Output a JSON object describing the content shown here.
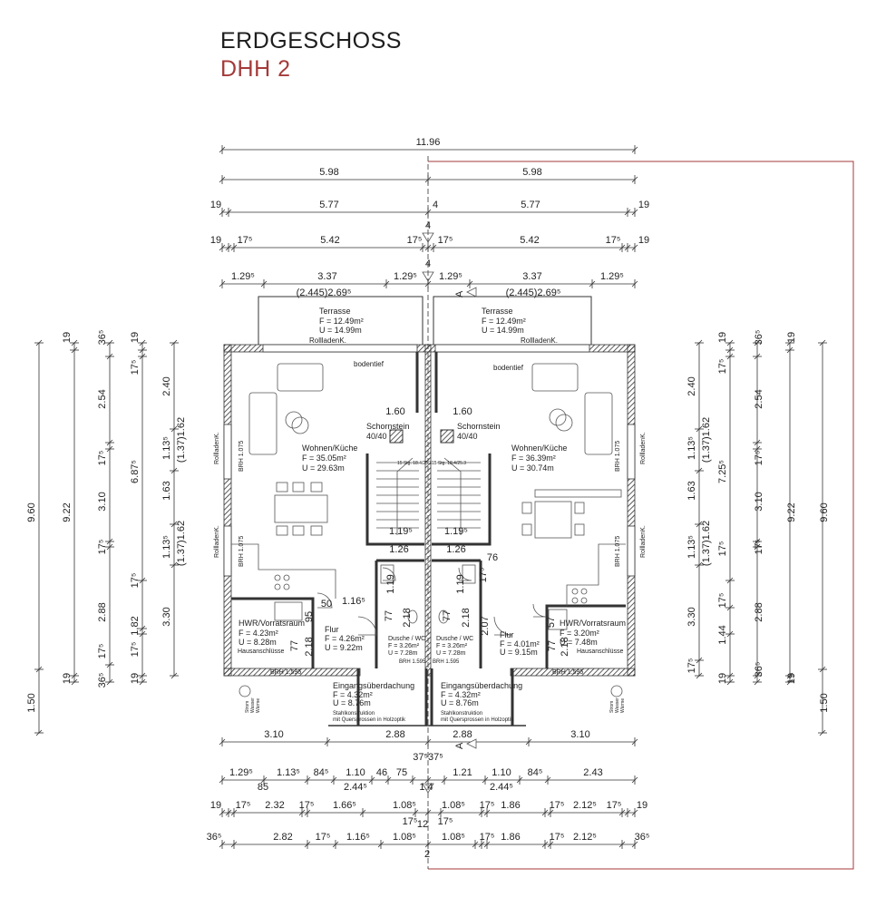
{
  "title": {
    "line1": "ERDGESCHOSS",
    "line2": "DHH 2"
  },
  "colors": {
    "accent": "#a53a3a",
    "ink": "#222222",
    "wall": "#333333"
  },
  "rooms": {
    "left": {
      "terrace": [
        "Terrasse",
        "F = 12.49m²",
        "U = 14.99m"
      ],
      "living": [
        "Wohnen/Küche",
        "F = 35.05m²",
        "U = 29.63m"
      ],
      "hwr": [
        "HWR/Vorratsraum",
        "F = 4.23m²",
        "U = 8.28m"
      ],
      "flur": [
        "Flur",
        "F = 4.26m²",
        "U = 9.22m"
      ],
      "dusche": [
        "Dusche / WC",
        "F = 3.26m²",
        "U = 7.28m"
      ],
      "entrance": [
        "Eingangsüberdachung",
        "F = 4.32m²",
        "U = 8.76m",
        "Stahlkonstruktion",
        "mit Quersprossen in Holzoptik"
      ],
      "chimney": [
        "Schornstein",
        "40/40"
      ],
      "stairs": "15 Stg. 18.4/25.3",
      "rollladen_top": "RollladenK.",
      "bodentief": "bodentief",
      "hausanschluss": "Hausanschlüsse",
      "brh_low": "BRH 1.595",
      "brh_mid": "BRH 1.075",
      "brh_bath": "BRH 1.595",
      "rollladen_side": "RollladenK.",
      "bin": [
        "Strom",
        "Wasser",
        "Wärme"
      ]
    },
    "right": {
      "terrace": [
        "Terrasse",
        "F = 12.49m²",
        "U = 14.99m"
      ],
      "living": [
        "Wohnen/Küche",
        "F = 36.39m²",
        "U = 30.74m"
      ],
      "hwr": [
        "HWR/Vorratsraum",
        "F = 3.20m²",
        "U = 7.48m"
      ],
      "flur": [
        "Flur",
        "F = 4.01m²",
        "U = 9.15m"
      ],
      "dusche": [
        "Dusche / WC",
        "F = 3.26m²",
        "U = 7.28m"
      ],
      "entrance": [
        "Eingangsüberdachung",
        "F = 4.32m²",
        "U = 8.76m",
        "Stahlkonstruktion",
        "mit Quersprossen in Holzoptik"
      ],
      "chimney": [
        "Schornstein",
        "40/40"
      ],
      "stairs": "15 Stg. 18.4/25.3",
      "rollladen_top": "RollladenK.",
      "bodentief": "bodentief",
      "hausanschluss": "Hausanschlüsse",
      "brh_low": "BRH 1.595",
      "brh_mid": "BRH 1.075",
      "brh_bath": "BRH 1.595",
      "rollladen_side": "RollladenK.",
      "bin": [
        "Strom",
        "Wasser",
        "Wärme"
      ]
    }
  },
  "section_mark": "A",
  "dims_top": {
    "total": "11.96",
    "half_l": "5.98",
    "half_r": "5.98",
    "r3": [
      "19",
      "5.77",
      "4",
      "5.77",
      "19"
    ],
    "r4": [
      "19",
      "17⁵",
      "5.42",
      "17⁵",
      "17⁵",
      "5.42",
      "17⁵",
      "19"
    ],
    "r4_mid": "4",
    "r5": [
      "1.29⁵",
      "3.37",
      "1.29⁵",
      "1.29⁵",
      "3.37",
      "1.29⁵"
    ],
    "r5_sub": [
      "(2.445)2.69⁵",
      "(2.445)2.69⁵"
    ]
  },
  "dims_left": {
    "total": "9.60",
    "c2": [
      "9.22",
      "1.50"
    ],
    "c2_small": [
      "19",
      "19"
    ],
    "c3": [
      "36⁵",
      "2.54",
      "17⁵",
      "3.10",
      "17⁵",
      "2.88",
      "17⁵",
      "36⁵"
    ],
    "c4": [
      "19",
      "17⁵",
      "6.87⁵",
      "17⁵",
      "1.82",
      "17⁵",
      "19"
    ],
    "c5": [
      "2.40",
      "1.13⁵",
      "1.63",
      "1.13⁵",
      "3.30"
    ],
    "c6": [
      "(1.37)1.62",
      "(1.37)1.62"
    ]
  },
  "dims_right": {
    "total": "9.60",
    "c2": [
      "9.22",
      "1.50"
    ],
    "c2_small": [
      "19",
      "19"
    ],
    "c3": [
      "36⁵",
      "2.54",
      "17⁵",
      "3.10",
      "17⁵",
      "2.88",
      "36⁵"
    ],
    "c4": [
      "17⁵",
      "19",
      "7.25⁵",
      "17⁵",
      "1.44",
      "17⁵",
      "19"
    ],
    "c5": [
      "2.40",
      "1.13⁵",
      "1.63",
      "1.13⁵",
      "3.30",
      "17⁵"
    ],
    "c6": [
      "(1.37)1.62",
      "(1.37)1.62"
    ]
  },
  "dims_interior": {
    "w160": [
      "1.60",
      "1.60"
    ],
    "w119": [
      "1.19⁵",
      "1.19⁵"
    ],
    "w126": [
      "1.26",
      "1.26"
    ],
    "v119": [
      "1.19",
      "1.19"
    ],
    "v218": [
      "2.18",
      "2.18",
      "2.18",
      "2.18"
    ],
    "v77": [
      "77",
      "77",
      "77",
      "77"
    ],
    "flur_w": [
      "50",
      "1.16⁵",
      "76"
    ],
    "v95": "95",
    "v207": "2.07",
    "v57": "57",
    "v17": "17⁵"
  },
  "dims_bottom": {
    "b1": [
      "3.10",
      "2.88",
      "2.88",
      "3.10"
    ],
    "b1_mid": "37⁵37⁵",
    "b2": [
      "1.29⁵",
      "1.13⁵",
      "84⁵",
      "1.10",
      "46",
      "75",
      "1.21",
      "1.10",
      "84⁵",
      "2.43"
    ],
    "b2_sub": [
      "85",
      "2.44⁵",
      "1:4",
      "2.44⁵"
    ],
    "b3": [
      "19",
      "17⁵",
      "2.32",
      "17⁵",
      "1.66⁵",
      "1.08⁵",
      "1.08⁵",
      "17⁵",
      "1.86",
      "17⁵",
      "2.12⁵",
      "17⁵",
      "19"
    ],
    "b3_sub": [
      "17⁵",
      "12",
      "17⁵"
    ],
    "b4": [
      "36⁵",
      "2.82",
      "17⁵",
      "1.16⁵",
      "1.08⁵",
      "1.08⁵",
      "17⁵",
      "1.86",
      "17⁵",
      "2.12⁵",
      "36⁵"
    ],
    "b4_mid": "2"
  }
}
